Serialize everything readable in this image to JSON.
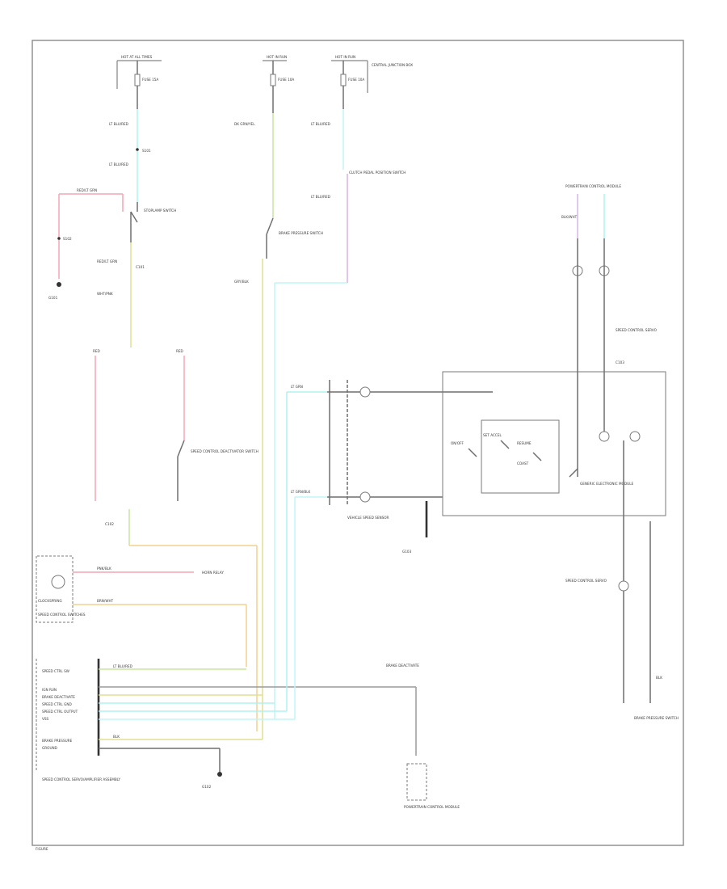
{
  "labels": {
    "fuse_box_top_left": "HOT AT ALL TIMES",
    "fuse_box_top_mid": "HOT IN RUN",
    "fuse_box_top_right": "HOT IN RUN",
    "fuse_left": "FUSE 15A",
    "fuse_mid": "FUSE 10A",
    "fuse_right": "FUSE 10A",
    "junction_right": "CENTRAL JUNCTION BOX",
    "wire_lt_blu_1": "LT BLU/RED",
    "wire_lt_blu_2": "LT BLU/RED",
    "wire_lt_blu_3": "LT BLU/RED",
    "wire_lt_blu_4": "LT BLU/RED",
    "wire_lt_blu_5": "LT BLU/RED",
    "wire_dk_grn": "DK GRN/YEL",
    "wire_pnk_blk": "PNK/BLK",
    "wire_red_lt_grn": "RED/LT GRN",
    "wire_red_lt_grn_2": "RED/LT GRN",
    "wire_red_1": "RED",
    "wire_red_2": "RED",
    "wire_wht_pnk": "WHT/PNK",
    "wire_blk": "BLK",
    "wire_blk_2": "BLK",
    "wire_gry_blk": "GRY/BLK",
    "wire_brn_wht": "BRN/WHT",
    "wire_lt_grn": "LT GRN",
    "wire_lt_grn_blk": "LT GRN/BLK",
    "wire_blk_wht": "BLK/WHT",
    "splice_s101": "S101",
    "splice_s102": "S102",
    "conn_c101": "C101",
    "conn_c102": "C102",
    "conn_c103": "C103",
    "stoplamp_switch": "STOPLAMP SWITCH",
    "brake_pressure_switch": "BRAKE PRESSURE SWITCH",
    "clutch_pedal_switch": "CLUTCH PEDAL POSITION SWITCH",
    "speed_control_servo_left": "SPEED CONTROL SERVO",
    "speed_control_module": "SPEED CONTROL SERVO/AMPLIFIER ASSEMBLY",
    "speed_control_sensor": "VEHICLE SPEED SENSOR",
    "deactivator_switch": "SPEED CONTROL DEACTIVATOR SWITCH",
    "speed_control_switch": "SPEED CONTROL SWITCHES",
    "steering_wheel": "CLOCKSPRING",
    "ground_g101": "G101",
    "ground_g102": "G102",
    "ground_g103": "G103",
    "pcm": "POWERTRAIN CONTROL MODULE",
    "generic_electronic_module": "GENERIC ELECTRONIC MODULE",
    "horn_relay": "HORN RELAY",
    "on_off": "ON/OFF",
    "set_accel": "SET ACCEL",
    "resume": "RESUME",
    "coast": "COAST",
    "pin_spd_ctl_sw": "SPEED CTRL SW",
    "pin_ign_run": "IGN RUN",
    "pin_brake_deact": "BRAKE DEACTIVATE",
    "pin_spd_ctl_gnd": "SPEED CTRL GND",
    "pin_spd_ctl_out": "SPEED CTRL OUTPUT",
    "pin_vss": "VSS",
    "pin_brake_press": "BRAKE PRESSURE",
    "pin_ground": "GROUND",
    "page_ref": "FIGURE"
  }
}
